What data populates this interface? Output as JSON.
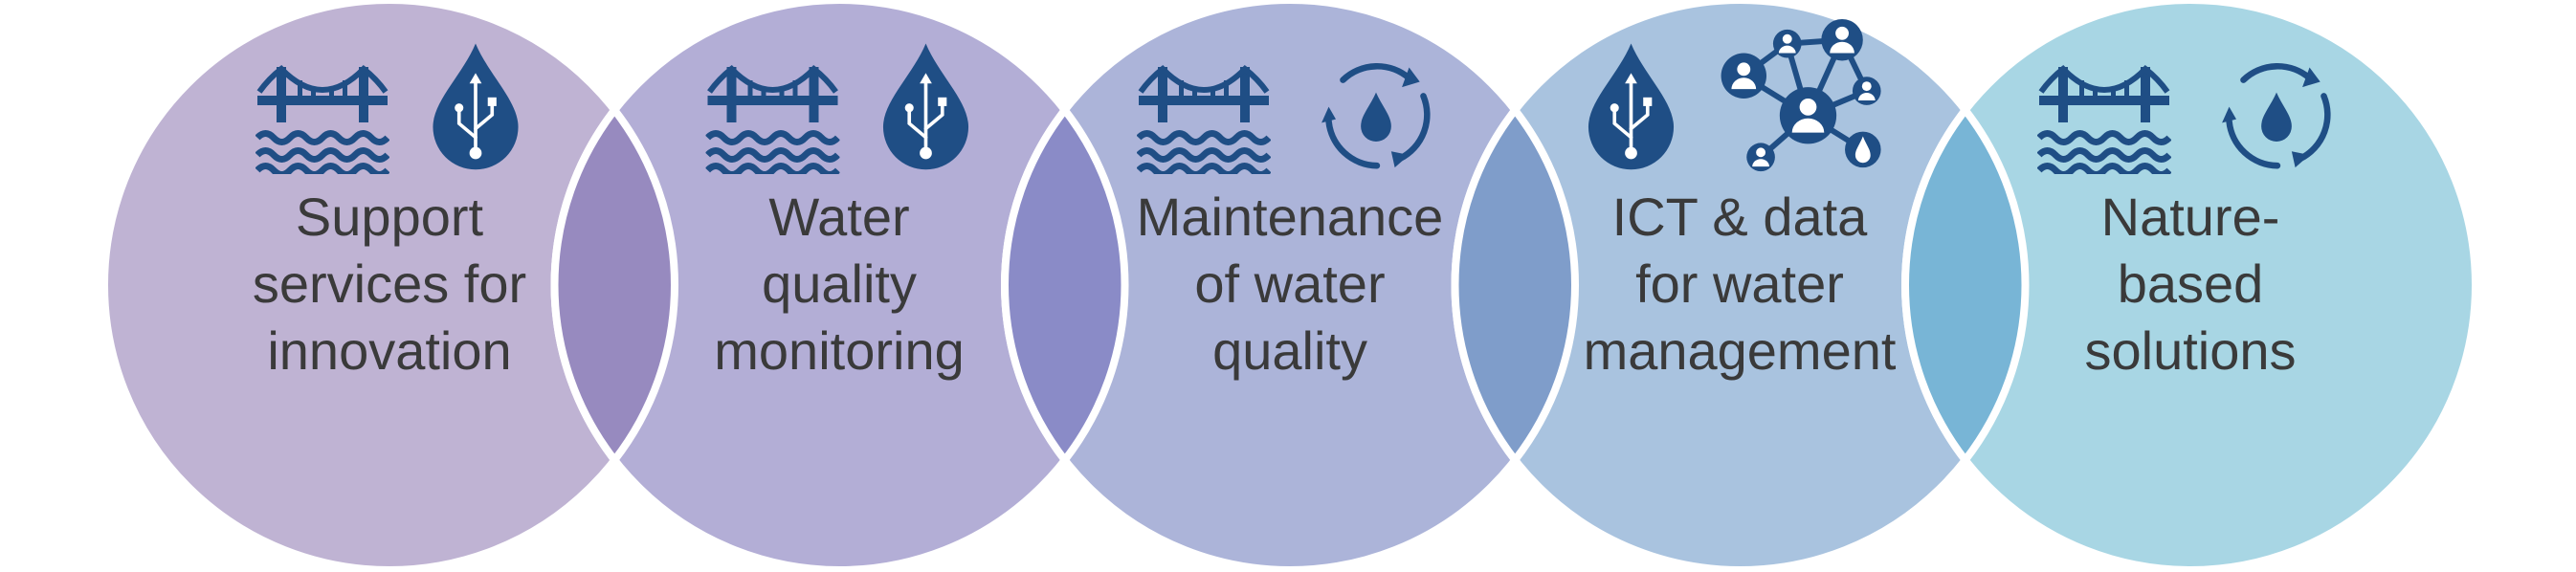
{
  "colors": {
    "icon": "#1f4e85",
    "text": "#3a3a3a",
    "stroke": "#ffffff"
  },
  "circles": [
    {
      "id": "support",
      "lines": [
        "Support",
        "services for",
        "innovation"
      ],
      "color": "#bfb3d3",
      "overlap_color": "#978abf",
      "icons": [
        "bridge-icon",
        "usb-water-drop-icon"
      ]
    },
    {
      "id": "quality-monitoring",
      "lines": [
        "Water",
        "quality",
        "monitoring"
      ],
      "color": "#b3aed6",
      "overlap_color": "#8a8bc7",
      "icons": [
        "bridge-icon",
        "usb-water-drop-icon"
      ]
    },
    {
      "id": "maintenance",
      "lines": [
        "Maintenance",
        "of water",
        "quality"
      ],
      "color": "#acb4d9",
      "overlap_color": "#7f9dca",
      "icons": [
        "bridge-icon",
        "water-cycle-icon"
      ]
    },
    {
      "id": "ict",
      "lines": [
        "ICT & data",
        "for water",
        "management"
      ],
      "color": "#a9c3df",
      "overlap_color": "#78b5d6",
      "icons": [
        "usb-water-drop-icon",
        "network-icon"
      ]
    },
    {
      "id": "nature",
      "lines": [
        "Nature-",
        "based",
        "solutions"
      ],
      "color": "#a8d6e4",
      "overlap_color": null,
      "icons": [
        "bridge-icon",
        "water-cycle-icon"
      ]
    }
  ]
}
